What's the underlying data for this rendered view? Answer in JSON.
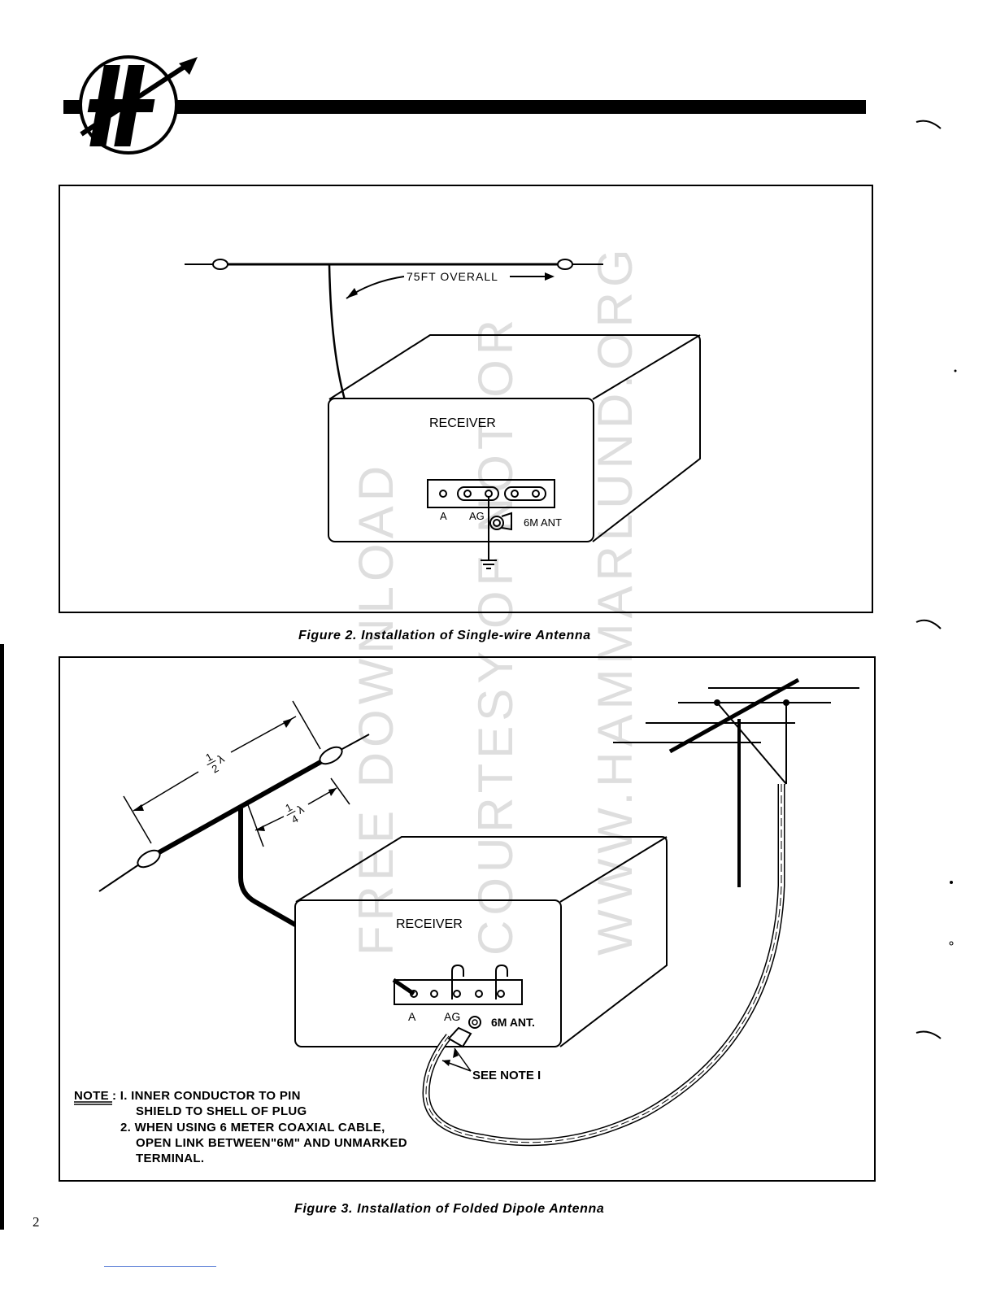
{
  "header": {
    "logo_letter": "H"
  },
  "figure2": {
    "caption": "Figure 2. Installation of Single-wire Antenna",
    "overall_label": "75FT OVERALL",
    "receiver_label": "RECEIVER",
    "terminal_a": "A",
    "terminal_ag": "AG",
    "ant_label": "6M ANT"
  },
  "figure3": {
    "caption": "Figure 3. Installation of Folded Dipole Antenna",
    "half_wave_num": "1",
    "half_wave_den": "2",
    "quarter_wave_num": "1",
    "quarter_wave_den": "4",
    "lambda": "λ",
    "receiver_label": "RECEIVER",
    "terminal_a": "A",
    "terminal_ag": "AG",
    "ant_label": "6M ANT.",
    "see_note": "SEE NOTE I",
    "note_label": "NOTE",
    "note_1_line1": ": I. INNER CONDUCTOR TO PIN",
    "note_1_line2": "SHIELD TO SHELL OF PLUG",
    "note_2_line1": "2. WHEN USING 6 METER COAXIAL CABLE,",
    "note_2_line2": "OPEN LINK BETWEEN\"6M\" AND UNMARKED",
    "note_2_line3": "TERMINAL."
  },
  "watermark": {
    "line1": "FREE DOWNLOAD",
    "line2": "COURTESY OF NOT OR",
    "line3": "WWW.HAMMARLUND.ORG"
  },
  "page_number": "2",
  "colors": {
    "ink": "#000000",
    "watermark": "#bdbdbd",
    "paper": "#ffffff"
  }
}
